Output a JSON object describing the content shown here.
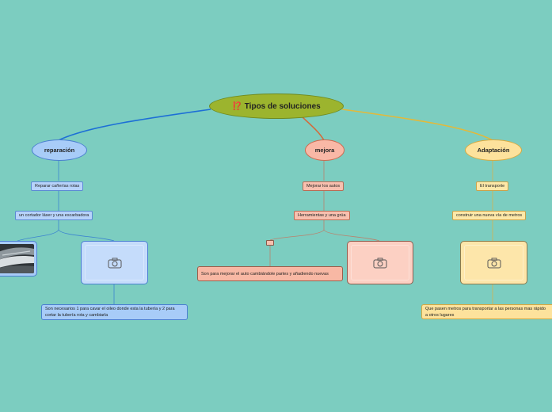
{
  "root": {
    "emoji": "⁉️",
    "label": "Tipos de soluciones"
  },
  "branches": [
    {
      "label": "reparación",
      "items": [
        "Reparar cañerías rotas",
        "un cortador láser y una escarbadora"
      ],
      "description": "Son necesarios 1 para cavar el oileo donde esta la tubería y 2 para cortar la tubería rota y cambiarla"
    },
    {
      "label": "mejora",
      "items": [
        "Mejorar los autos",
        "Herramientas y una grúa"
      ],
      "description": "Son para mejorar el auto cambiándole partes y añadiendo nuevas"
    },
    {
      "label": "Adaptación",
      "items": [
        "El transporte",
        "construir una nueva vía de metros"
      ],
      "description": "Que pasen metros para transportar a las personas mas rápido a otros lugares"
    }
  ],
  "colors": {
    "background": "#7ccdc0",
    "root": "#9cb42e",
    "link_reparacion": "#1d6fd6",
    "link_mejora": "#d46a3a",
    "link_adaptacion": "#e3b93a"
  },
  "icons": [
    "camera-icon",
    "pipe-photo"
  ]
}
